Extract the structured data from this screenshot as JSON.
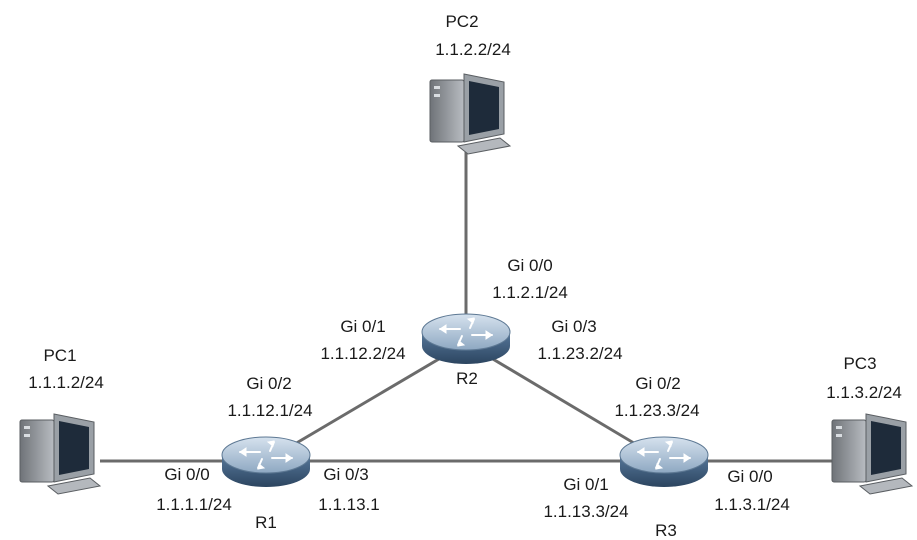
{
  "colors": {
    "link": "#6b6b6b",
    "router_top": "#a9bfd3",
    "router_side": "#3f5f7f",
    "pc_body": "#8d9196",
    "pc_screen": "#1c2a3a"
  },
  "devices": {
    "pc1": {
      "name": "PC1",
      "ip": "1.1.1.2/24"
    },
    "pc2": {
      "name": "PC2",
      "ip": "1.1.2.2/24"
    },
    "pc3": {
      "name": "PC3",
      "ip": "1.1.3.2/24"
    },
    "r1": {
      "name": "R1"
    },
    "r2": {
      "name": "R2"
    },
    "r3": {
      "name": "R3"
    }
  },
  "interfaces": {
    "r1_gi00": {
      "port": "Gi 0/0",
      "ip": "1.1.1.1/24"
    },
    "r1_gi02": {
      "port": "Gi 0/2",
      "ip": "1.1.12.1/24"
    },
    "r1_gi03": {
      "port": "Gi 0/3",
      "ip": "1.1.13.1"
    },
    "r2_gi00": {
      "port": "Gi 0/0",
      "ip": "1.1.2.1/24"
    },
    "r2_gi01": {
      "port": "Gi 0/1",
      "ip": "1.1.12.2/24"
    },
    "r2_gi03": {
      "port": "Gi 0/3",
      "ip": "1.1.23.2/24"
    },
    "r3_gi00": {
      "port": "Gi 0/0",
      "ip": "1.1.3.1/24"
    },
    "r3_gi01": {
      "port": "Gi 0/1",
      "ip": "1.1.13.3/24"
    },
    "r3_gi02": {
      "port": "Gi 0/2",
      "ip": "1.1.23.3/24"
    }
  }
}
